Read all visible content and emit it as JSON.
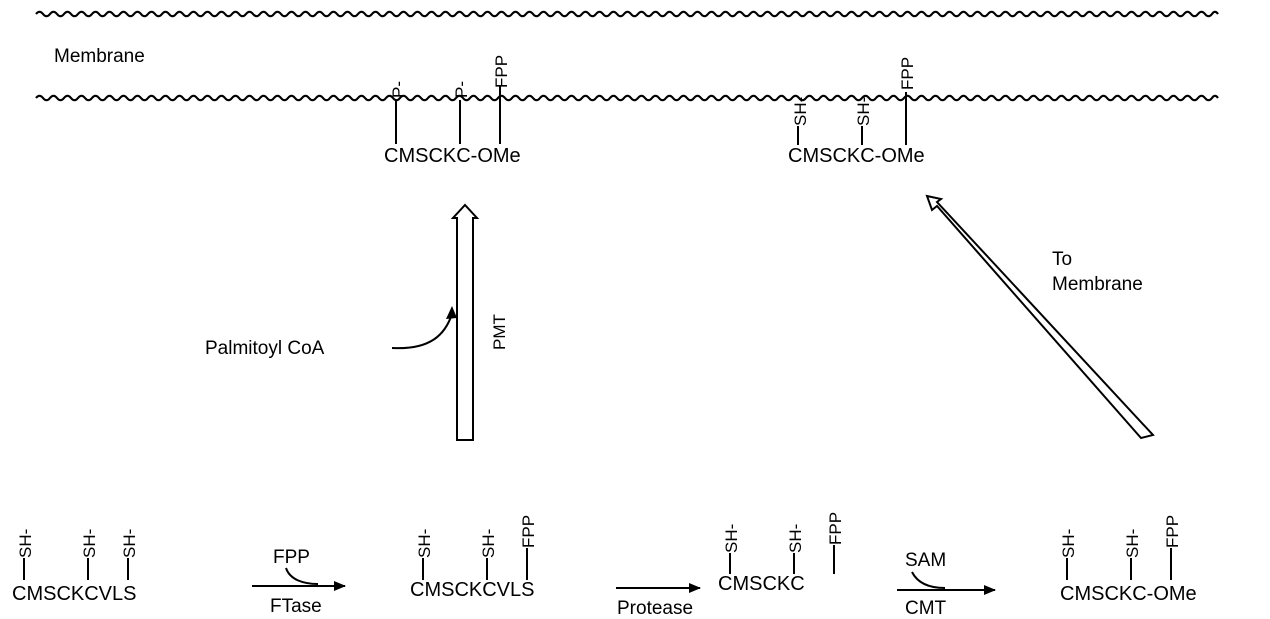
{
  "membrane_label": "Membrane",
  "top_left": {
    "groups": [
      "P-",
      "P-",
      "FPP"
    ],
    "sequence": "CMSCKC-OMe"
  },
  "top_right": {
    "groups": [
      "SH-",
      "SH-",
      "FPP"
    ],
    "sequence": "CMSCKC-OMe"
  },
  "pmt": {
    "enzyme": "PMT",
    "substrate": "Palmitoyl CoA"
  },
  "to_membrane": {
    "line1": "To",
    "line2": "Membrane"
  },
  "step1": {
    "groups": [
      "SH-",
      "SH-",
      "SH-"
    ],
    "sequence": "CMSCKCVLS"
  },
  "reaction1": {
    "above": "FPP",
    "below": "FTase"
  },
  "step2": {
    "groups": [
      "SH-",
      "SH-",
      "FPP"
    ],
    "sequence": "CMSCKCVLS"
  },
  "reaction2": {
    "below": "Protease"
  },
  "step3": {
    "groups": [
      "SH-",
      "SH-",
      "FPP"
    ],
    "sequence": "CMSCKC"
  },
  "reaction3": {
    "above": "SAM",
    "below": "CMT"
  },
  "step4": {
    "groups": [
      "SH-",
      "SH-",
      "FPP"
    ],
    "sequence": "CMSCKC-OMe"
  }
}
